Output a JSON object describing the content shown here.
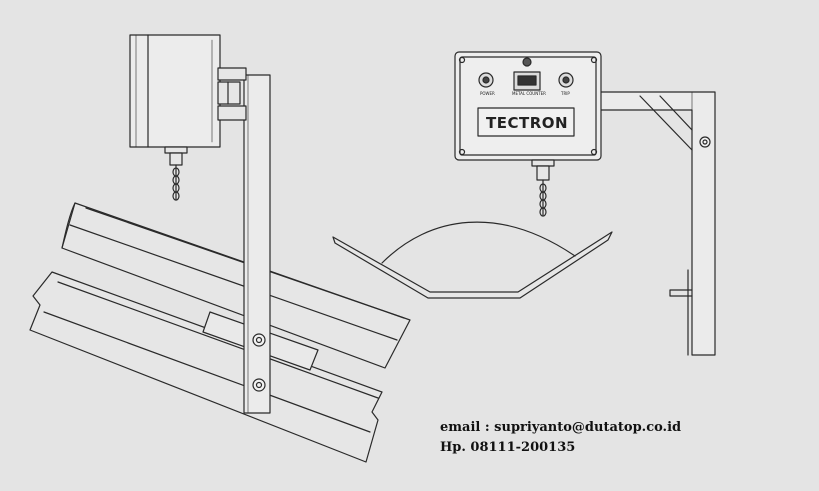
{
  "panel": {
    "brand": "TECTRON",
    "labels": {
      "power": "POWER",
      "metal_counter": "METAL COUNTER",
      "trip": "TRIP"
    }
  },
  "contact": {
    "email": "email : supriyanto@dutatop.co.id",
    "phone": "Hp. 08111-200135"
  },
  "colors": {
    "background": "#e4e4e4",
    "line": "#2a2a2a",
    "fill": "#e8e8e8"
  }
}
